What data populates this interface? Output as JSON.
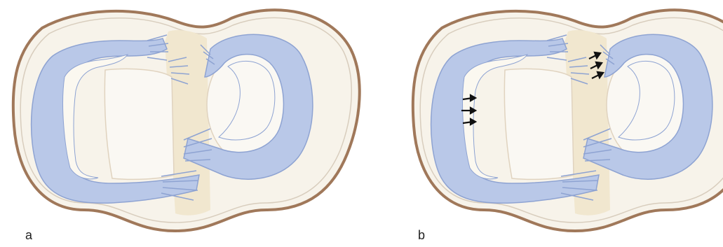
{
  "panels": [
    {
      "label": "a",
      "arrows": 0
    },
    {
      "label": "b",
      "arrows": 6
    }
  ],
  "colors": {
    "tibia_fill": "#f7f3ea",
    "tibia_outline": "#a0785a",
    "plateau_fill": "#f1e7cf",
    "bone_fill": "#faf8f3",
    "meniscus_fill": "#b9c8e8",
    "meniscus_stroke": "#8ea3d2",
    "tear_fill": "#fbf8f0",
    "arrow_color": "#111111"
  }
}
